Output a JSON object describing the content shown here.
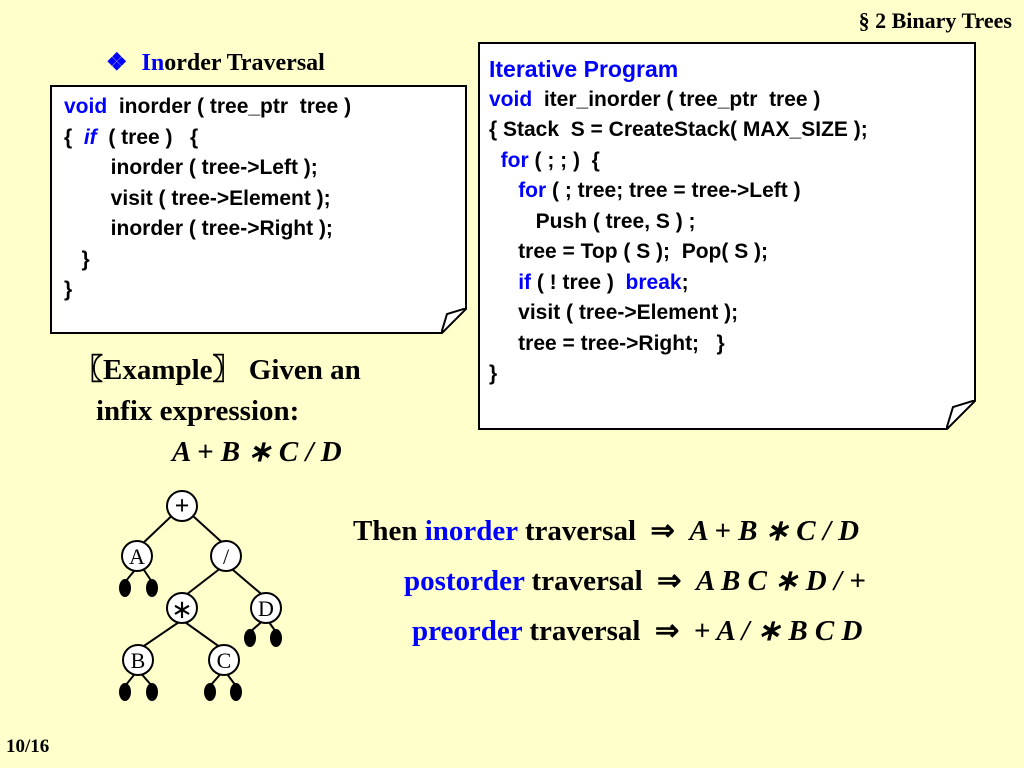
{
  "header": {
    "section": "§ 2  Binary Trees"
  },
  "heading": {
    "bullet": "❖",
    "highlight": "In",
    "rest": "order Traversal"
  },
  "left_code": {
    "l1_kw": "void",
    "l1_rest": "  inorder ( tree_ptr  tree )",
    "l2_pre": "{  ",
    "l2_kw": "if",
    "l2_rest": "  ( tree )   {",
    "l3": "        inorder ( tree->Left );",
    "l4": "        visit ( tree->Element );",
    "l5": "        inorder ( tree->Right );",
    "l6": "   }",
    "l7": "}"
  },
  "right_code": {
    "title": "Iterative Program",
    "l1_kw": "void",
    "l1_rest": "  iter_inorder ( tree_ptr  tree )",
    "l2": "{ Stack  S = CreateStack( MAX_SIZE );",
    "l3_pre": "  ",
    "l3_kw": "for",
    "l3_rest": " ( ; ; )  {",
    "l4_pre": "     ",
    "l4_kw": "for",
    "l4_rest": " ( ; tree; tree = tree->Left )",
    "l5": "        Push ( tree, S ) ;",
    "l6": "     tree = Top ( S );  Pop( S );",
    "l7_pre": "     ",
    "l7_kw": "if",
    "l7_mid": " ( ! tree )  ",
    "l7_kw2": "break",
    "l7_end": ";",
    "l8": "     visit ( tree->Element );",
    "l9": "     tree = tree->Right;   }",
    "l10": "}"
  },
  "example": {
    "line1": "〖Example〗  Given an",
    "line2": "infix expression:",
    "line3": "A + B ∗ C / D"
  },
  "tree": {
    "root": "+",
    "left": "A",
    "right": "/",
    "rl": "∗",
    "rr": "D",
    "rll": "B",
    "rlr": "C"
  },
  "traversals": [
    {
      "prefix": "Then ",
      "kw": "inorder",
      "word": " traversal",
      "arrow": "⇒",
      "expr": "A + B ∗ C / D"
    },
    {
      "prefix": "",
      "kw": "postorder",
      "word": " traversal",
      "arrow": "⇒",
      "expr": "A B C ∗ D / +"
    },
    {
      "prefix": "",
      "kw": "preorder",
      "word": " traversal",
      "arrow": "⇒",
      "expr": "+ A / ∗ B C D"
    }
  ],
  "footer": {
    "page": "10/16"
  }
}
